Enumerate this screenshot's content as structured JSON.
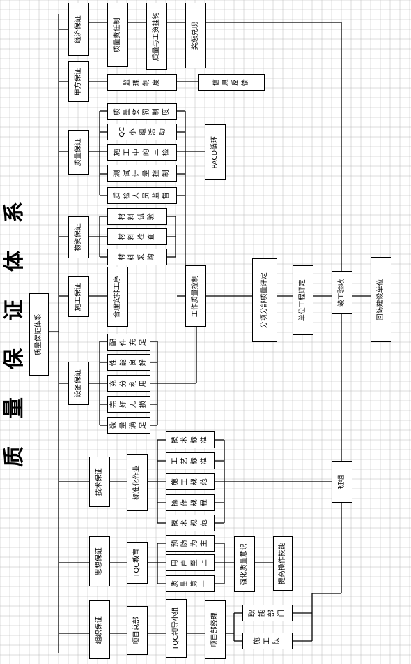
{
  "title_chars": [
    "质",
    "量",
    "保",
    "证",
    "体",
    "系"
  ],
  "root": "质量保证体系",
  "branches": {
    "economic": "经济保证",
    "party_a": "甲方保证",
    "quality": "质量保证",
    "material": "物资保证",
    "construction": "施工保证",
    "equipment": "设备保证",
    "technical": "技术保证",
    "thought": "思想保证",
    "organization": "组织保证"
  },
  "economic_items": [
    "质量责任制",
    "质量与工资挂钩",
    "奖惩兑现"
  ],
  "party_a_items": {
    "system": "监理制度",
    "feedback": "信息反馈"
  },
  "quality_items": [
    "质量奖罚制度",
    "QC小组活动",
    "施工中的三检",
    "测试计量控制",
    "质检人员监督"
  ],
  "pdca": "PACD循环",
  "material_items": [
    "材料试验",
    "材料检查",
    "材料采购"
  ],
  "construction_items": {
    "arrange": "合理安排工序",
    "process_control": "工作质量控制",
    "sub_eval": "分项分部质量评定",
    "unit_eval": "单位工程评定",
    "acceptance": "竣工验收",
    "return_visit": "回访建设单位"
  },
  "equipment_items": [
    "配件充足",
    "性能良好",
    "充分利用",
    "完好无损",
    "数量满足"
  ],
  "technical_items": {
    "standardized": "标准化作业",
    "list": [
      "技术标准",
      "工艺标准",
      "施工规范",
      "操作规程",
      "技术规范"
    ],
    "team": "班组"
  },
  "thought_items": {
    "tqc_edu": "TQC教育",
    "list": [
      "预防为主",
      "用户至上",
      "质量第一"
    ],
    "awareness": "强化质量意识",
    "skill": "提高操作技能"
  },
  "org_items": {
    "project_manager": "项目总部",
    "tqc_group": "TQC领导小组",
    "sub_manager": "项目部经理",
    "functional": "职能部门",
    "team": "施工队"
  }
}
